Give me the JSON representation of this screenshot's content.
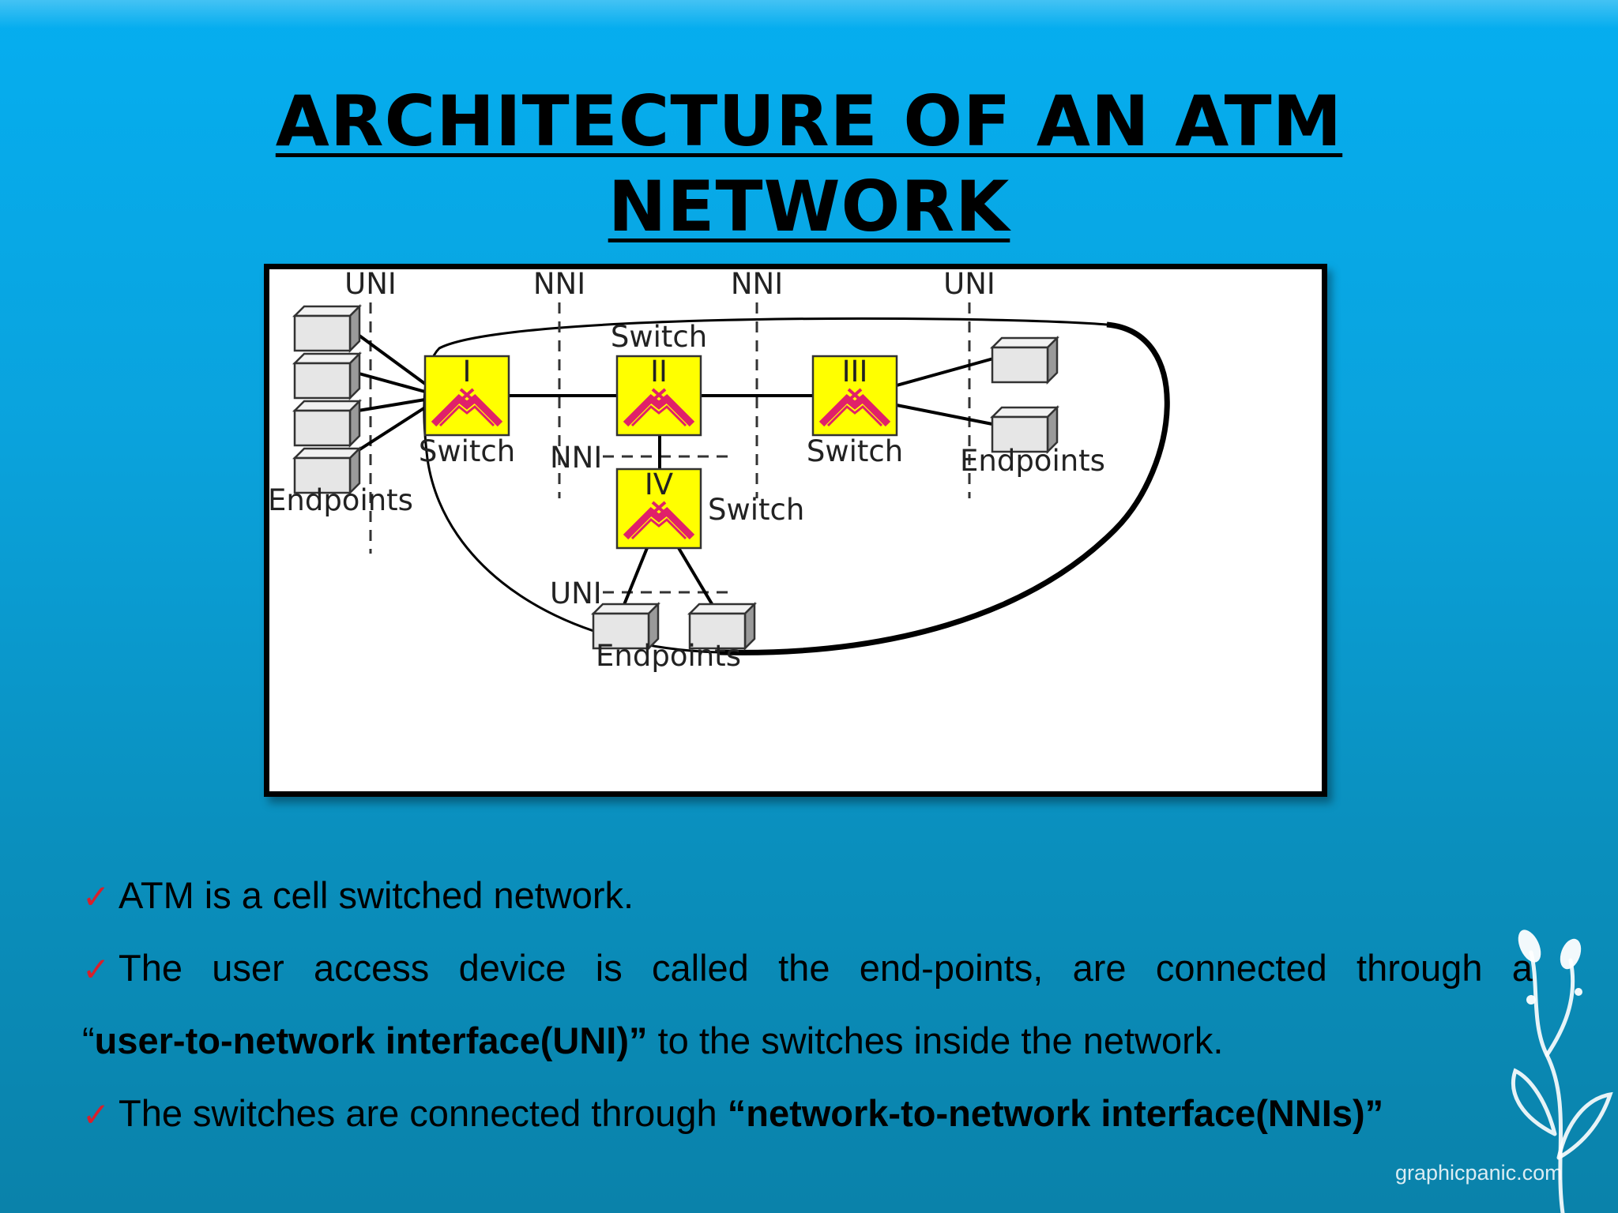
{
  "title": {
    "line1": "ARCHITECTURE OF AN ATM",
    "line2": "NETWORK"
  },
  "diagram": {
    "interface_labels": {
      "uni_left": "UNI",
      "nni_left": "NNI",
      "nni_right": "NNI",
      "uni_right": "UNI",
      "nni_middle": "NNI",
      "uni_bottom": "UNI"
    },
    "switches": [
      {
        "numeral": "I",
        "label": "Switch"
      },
      {
        "numeral": "II",
        "label": "Switch"
      },
      {
        "numeral": "III",
        "label": "Switch"
      },
      {
        "numeral": "IV",
        "label": "Switch"
      }
    ],
    "endpoint_labels": {
      "left": "Endpoints",
      "right": "Endpoints",
      "bottom": "Endpoints"
    },
    "colors": {
      "switch_fill": "#ffff00",
      "switch_symbol": "#e0206a",
      "endpoint_fill": "#e6e6e6"
    }
  },
  "bullets": {
    "b1": "ATM is a cell switched network.",
    "b2_words": [
      "The",
      "user",
      "access",
      "device",
      "is",
      "called",
      "the",
      "end-points,",
      "are",
      "connected",
      "through",
      "a"
    ],
    "b2_open_quote": "“",
    "b2_bold": "user-to-network interface(UNI)”",
    "b2_rest": " to the switches inside the network.",
    "b3_text": "The switches are connected through ",
    "b3_bold": "“network-to-network interface(NNIs)”",
    "check_icon": "✓"
  },
  "watermark": "graphicpanic.com"
}
